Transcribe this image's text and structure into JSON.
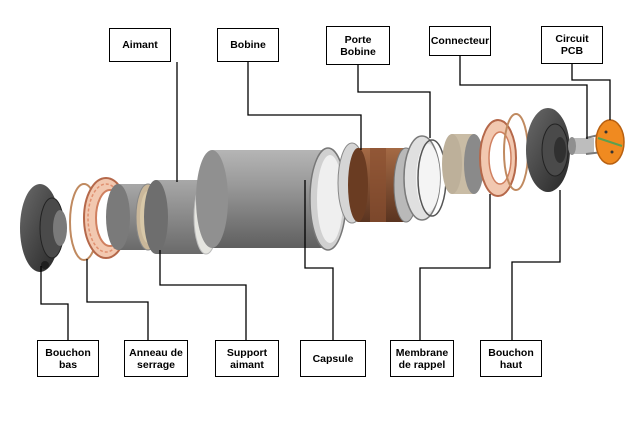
{
  "labels": {
    "aimant": "Aimant",
    "bobine": "Bobine",
    "porte_bobine": "Porte\nBobine",
    "connecteur": "Connecteur",
    "circuit_pcb": "Circuit\nPCB",
    "bouchon_bas": "Bouchon\nbas",
    "anneau_serrage": "Anneau de\nserrage",
    "support_aimant": "Support\naimant",
    "capsule": "Capsule",
    "membrane_rappel": "Membrane\nde rappel",
    "bouchon_haut": "Bouchon\nhaut"
  },
  "colors": {
    "leader_line": "#000000",
    "gray_part": "#8f8f8f",
    "copper_ring": "#e8a080",
    "coil": "#7a4a30",
    "pcb": "#f08a20",
    "dark_cap": "#3a3a3a"
  }
}
